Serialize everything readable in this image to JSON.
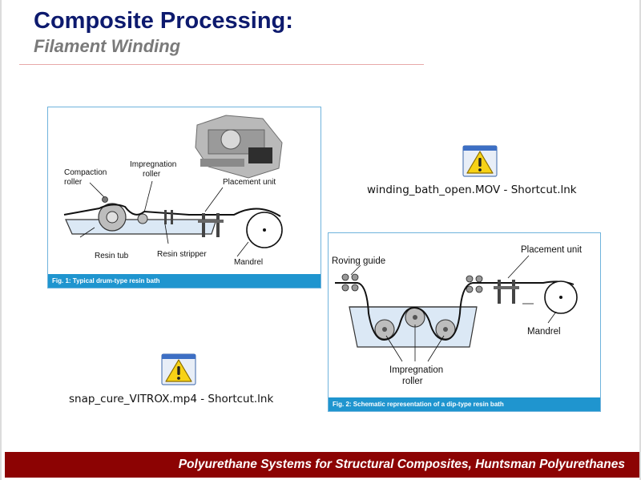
{
  "slide": {
    "title": "Composite Processing:",
    "subtitle": "Filament Winding",
    "footer": "Polyurethane Systems for Structural Composites, Huntsman Polyurethanes"
  },
  "figure1": {
    "caption": "Fig. 1: Typical drum-type resin bath",
    "labels": {
      "compaction_roller_1": "Compaction",
      "compaction_roller_2": "roller",
      "impregnation_roller_1": "Impregnation",
      "impregnation_roller_2": "roller",
      "placement_unit": "Placement unit",
      "resin_tub": "Resin tub",
      "resin_stripper": "Resin stripper",
      "mandrel": "Mandrel"
    }
  },
  "figure2": {
    "caption": "Fig. 2: Schematic representation of a dip-type resin bath",
    "labels": {
      "roving_guide": "Roving guide",
      "placement_unit": "Placement unit",
      "mandrel": "Mandrel",
      "impregnation_roller_1": "Impregnation",
      "impregnation_roller_2": "roller"
    }
  },
  "shortcuts": [
    {
      "label": "winding_bath_open.MOV - Shortcut.lnk",
      "icon": "warning-icon"
    },
    {
      "label": "snap_cure_VITROX.mp4 - Shortcut.lnk",
      "icon": "warning-icon"
    }
  ]
}
